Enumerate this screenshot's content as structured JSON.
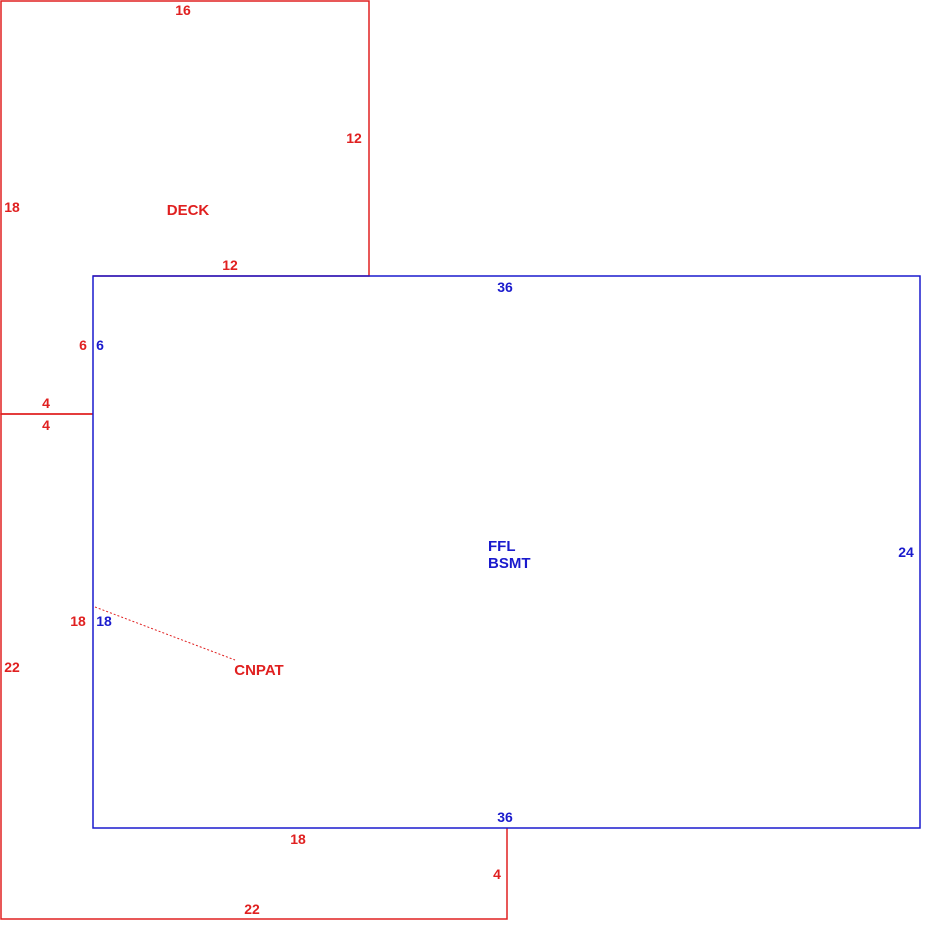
{
  "colors": {
    "red": "#e02020",
    "blue": "#1a1acd",
    "background": "#ffffff"
  },
  "deck": {
    "label": "DECK",
    "dim_top": "16",
    "dim_right": "12",
    "dim_left": "18",
    "dim_inner_top": "12",
    "dim_inner_left": "6",
    "dim_step_top": "4"
  },
  "main": {
    "label_line1": "FFL",
    "label_line2": "BSMT",
    "dim_top": "36",
    "dim_bottom": "36",
    "dim_right": "24",
    "dim_left_upper": "6",
    "dim_left_lower": "18"
  },
  "cnpat": {
    "label": "CNPAT",
    "dim_step_bottom": "4",
    "dim_left": "22",
    "dim_inner_left": "18",
    "dim_inner_bottom": "18",
    "dim_right": "4",
    "dim_bottom": "22"
  }
}
